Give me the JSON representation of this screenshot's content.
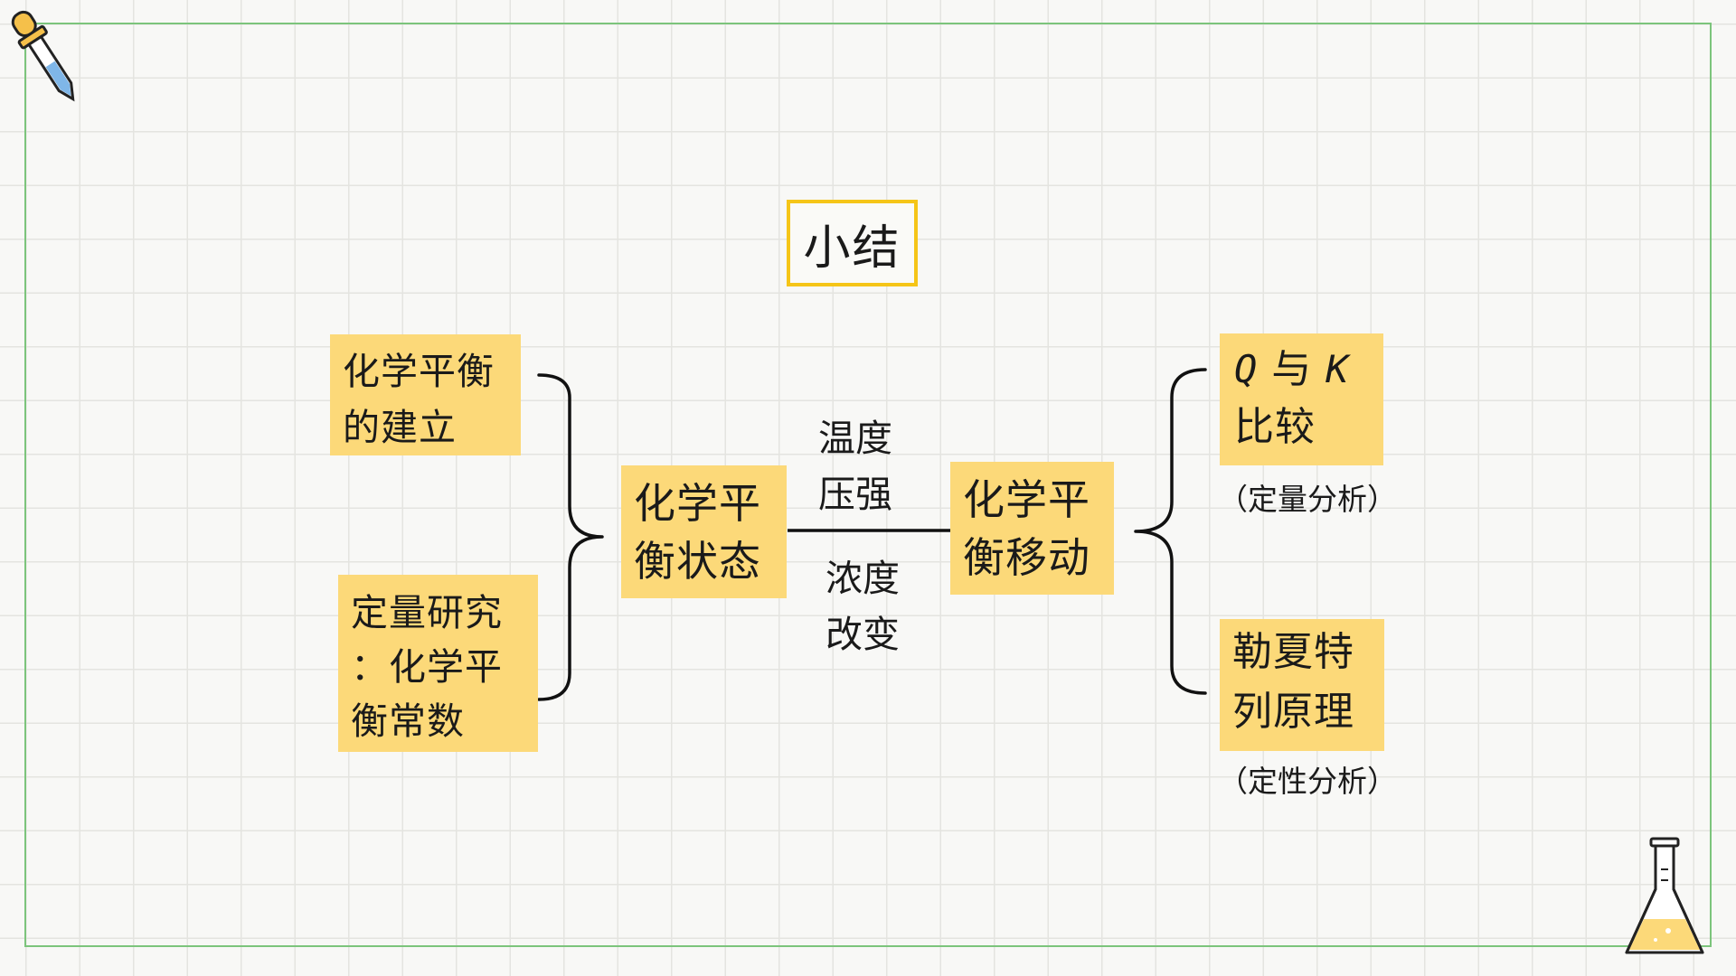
{
  "title": "小结",
  "nodes": {
    "establish": [
      "化学平衡",
      "的建立"
    ],
    "constant": [
      "定量研究",
      "：化学平",
      "衡常数"
    ],
    "state": [
      "化学平",
      "衡状态"
    ],
    "shift": [
      "化学平",
      "衡移动"
    ],
    "qk": {
      "q": "Q",
      "yu": "与",
      "k": "K",
      "line2": "比较"
    },
    "lechatelier": [
      "勒夏特",
      "列原理"
    ]
  },
  "conditions": {
    "upper": [
      "温度",
      "压强"
    ],
    "lower": [
      "浓度",
      "改变"
    ]
  },
  "notes": {
    "quantitative": "（定量分析）",
    "qualitative": "（定性分析）"
  },
  "colors": {
    "box_fill": "#fcd979",
    "title_border": "#f5c518",
    "frame": "#7cc47c",
    "grid": "#e4e4e0"
  },
  "icons": [
    "dropper-icon",
    "flask-icon"
  ]
}
